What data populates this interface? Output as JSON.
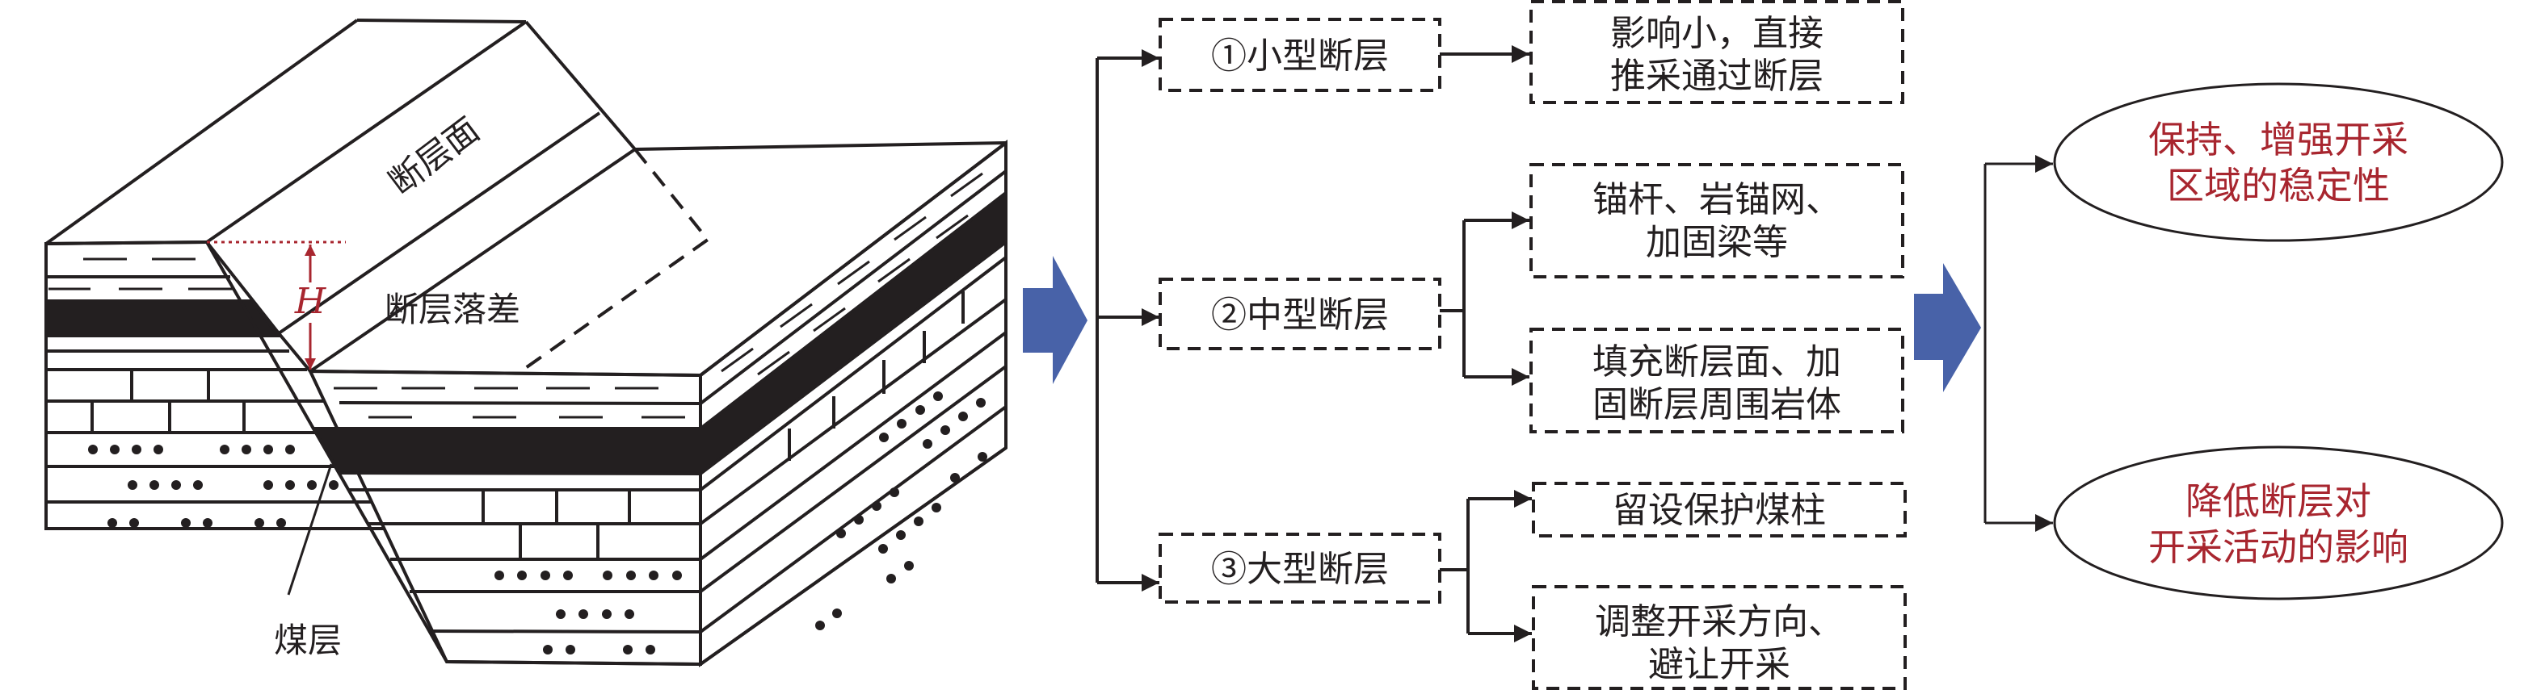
{
  "diagram": {
    "block_labels": {
      "fault_plane": "断层面",
      "fault_throw": "断层落差",
      "throw_symbol": "H",
      "coal_seam": "煤层"
    },
    "fault_types": [
      {
        "id": "small",
        "label": "①小型断层",
        "measures": [
          {
            "lines": [
              "影响小，直接",
              "推采通过断层"
            ]
          }
        ]
      },
      {
        "id": "medium",
        "label": "②中型断层",
        "measures": [
          {
            "lines": [
              "锚杆、岩锚网、",
              "加固梁等"
            ]
          },
          {
            "lines": [
              "填充断层面、加",
              "固断层周围岩体"
            ]
          }
        ]
      },
      {
        "id": "large",
        "label": "③大型断层",
        "measures": [
          {
            "lines": [
              "留设保护煤柱"
            ]
          },
          {
            "lines": [
              "调整开采方向、",
              "避让开采"
            ]
          }
        ]
      }
    ],
    "goals": [
      {
        "lines": [
          "保持、增强开采",
          "区域的稳定性"
        ]
      },
      {
        "lines": [
          "降低断层对",
          "开采活动的影响"
        ]
      }
    ],
    "colors": {
      "line": "#231f20",
      "coal": "#231f20",
      "throw_marker": "#a8262f",
      "goal_text": "#a8262f",
      "big_arrow": "#4862a8"
    }
  }
}
